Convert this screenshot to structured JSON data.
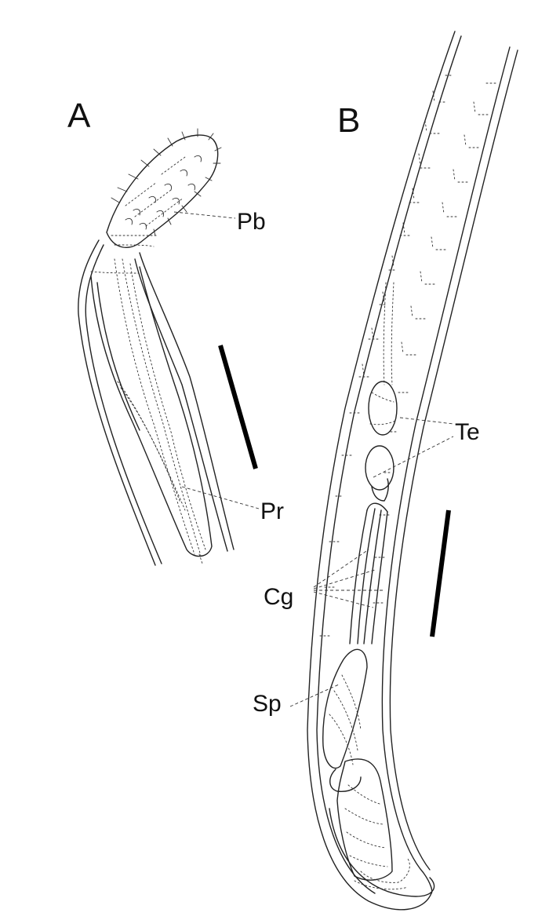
{
  "panels": {
    "a": {
      "letter": "A"
    },
    "b": {
      "letter": "B"
    }
  },
  "labels": {
    "pb": "Pb",
    "pr": "Pr",
    "te": "Te",
    "cg": "Cg",
    "sp": "Sp"
  }
}
